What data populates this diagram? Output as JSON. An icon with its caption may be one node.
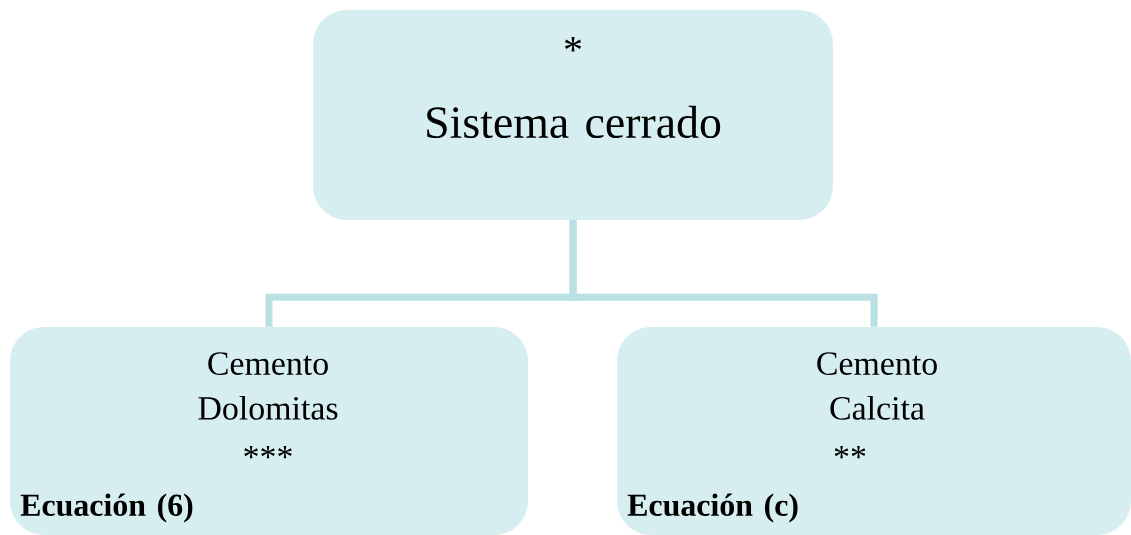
{
  "diagram": {
    "nodes": [
      {
        "text": [
          "*",
          "Sistema cerrado"
        ]
      },
      {
        "text": [
          "Cemento Dolomitas",
          "***",
          "Ecuación (6)"
        ]
      },
      {
        "text": [
          "Cemento Calcita",
          "**",
          "Ecuación (c)"
        ]
      }
    ],
    "edges": [
      {
        "from": 0,
        "to": 1,
        "arrow": "none"
      },
      {
        "from": 0,
        "to": 2,
        "arrow": "none"
      }
    ]
  }
}
